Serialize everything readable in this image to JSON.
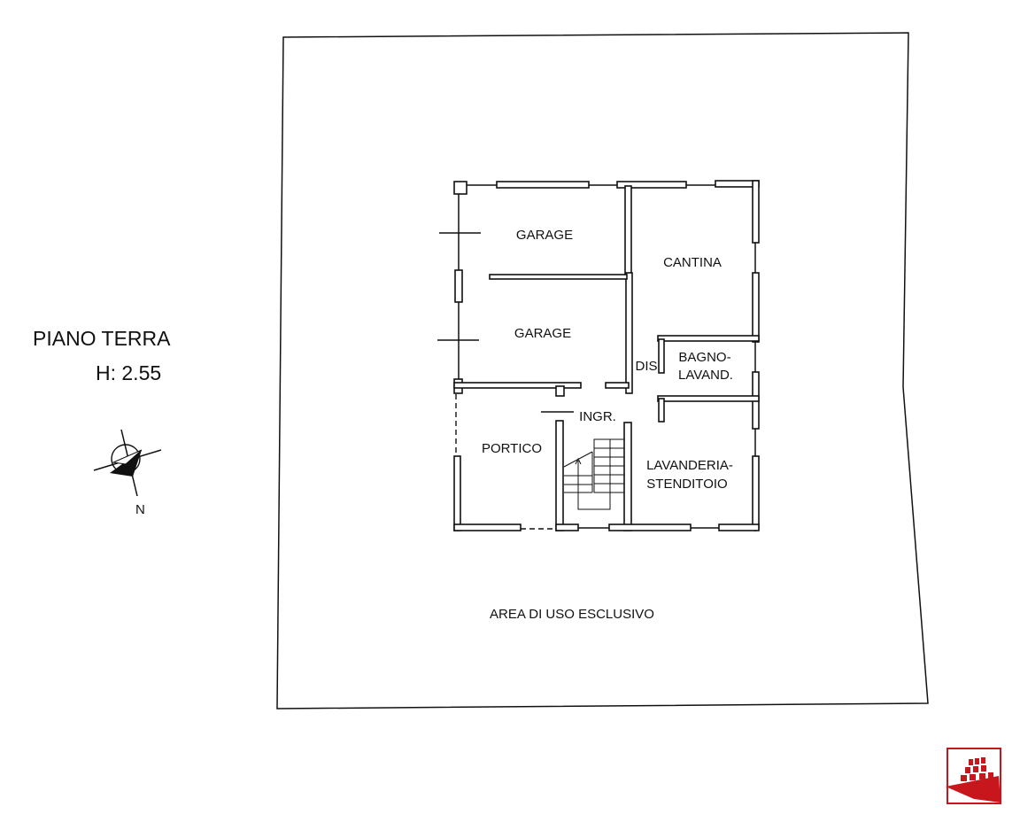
{
  "plan": {
    "title": "PIANO TERRA",
    "height": "H: 2.55",
    "north_label": "N",
    "outdoor_area": "AREA DI USO ESCLUSIVO",
    "rooms": {
      "garage_1": "GARAGE",
      "garage_2": "GARAGE",
      "cantina": "CANTINA",
      "dis": "DIS",
      "bagno_1": "BAGNO-",
      "bagno_2": "LAVAND.",
      "ingresso": "INGR.",
      "portico": "PORTICO",
      "lavanderia_1": "LAVANDERIA-",
      "lavanderia_2": "STENDITOIO"
    }
  },
  "colors": {
    "logo": "#c8161d",
    "lines": "#111111"
  }
}
